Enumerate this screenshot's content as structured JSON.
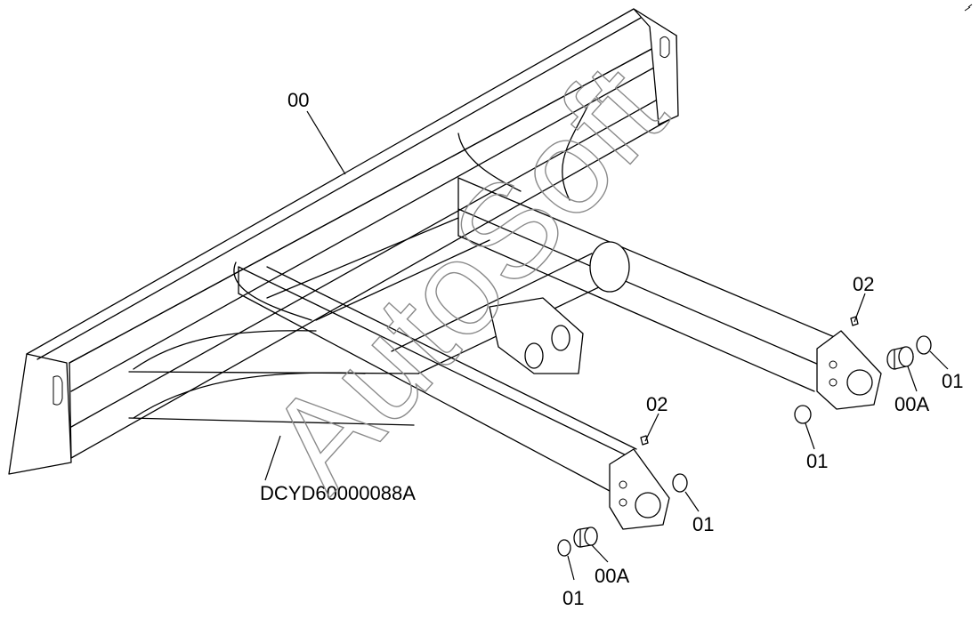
{
  "diagram": {
    "drawing_id": "DCYD60000088A",
    "watermark": "AutoSoft",
    "callouts": {
      "frame": "00",
      "pin_top": "02",
      "pin_left": "02",
      "ring_right_top": "01",
      "ring_right_bottom": "01",
      "bush_right": "00A",
      "ring_left_right": "01",
      "ring_left_bottom": "01",
      "bush_left": "00A"
    }
  }
}
